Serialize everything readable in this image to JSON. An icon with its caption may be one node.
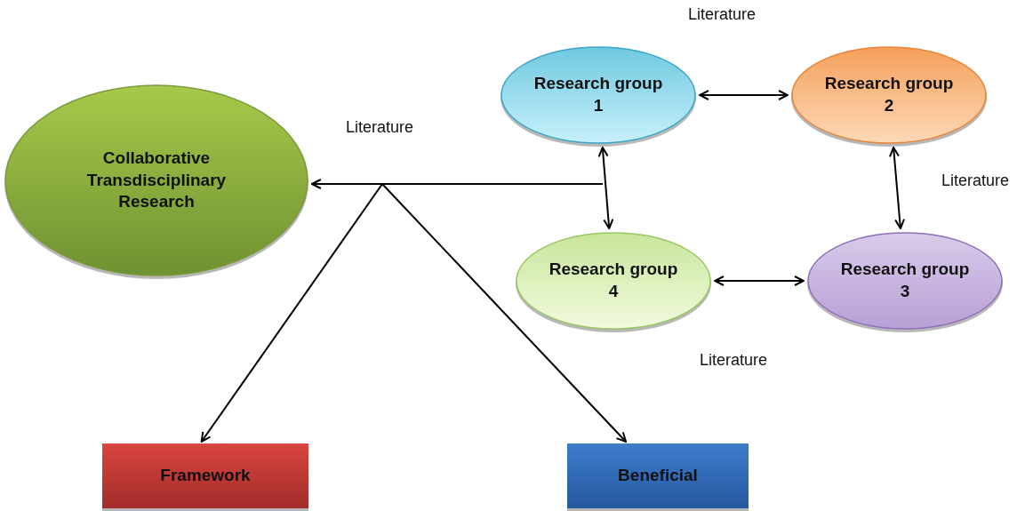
{
  "diagram": {
    "nodes": [
      {
        "text": [
          "Collaborative Transdisciplinary Research"
        ]
      },
      {
        "text": [
          "Research group 1"
        ]
      },
      {
        "text": [
          "Research group 2"
        ]
      },
      {
        "text": [
          "Research group 4"
        ]
      },
      {
        "text": [
          "Research group 3"
        ]
      },
      {
        "text": [
          "Framework"
        ]
      },
      {
        "text": [
          "Beneficial"
        ]
      }
    ],
    "edges": [
      {
        "from": 1,
        "to": 2,
        "arrow": "both"
      },
      {
        "from": 2,
        "to": 4,
        "arrow": "both"
      },
      {
        "from": 3,
        "to": 4,
        "arrow": "both"
      },
      {
        "from": 1,
        "to": 3,
        "arrow": "both"
      },
      {
        "from": null,
        "to": 0,
        "arrow": "to"
      },
      {
        "from": null,
        "to": 5,
        "arrow": "to"
      },
      {
        "from": null,
        "to": 6,
        "arrow": "to"
      }
    ],
    "labels": [
      "Literature",
      "Literature",
      "Literature",
      "Literature"
    ]
  }
}
